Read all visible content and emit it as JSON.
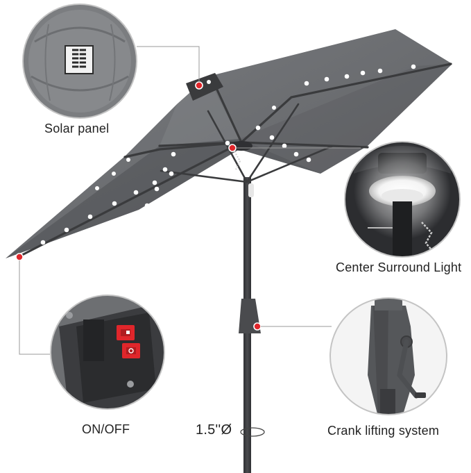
{
  "labels": {
    "solar_panel": "Solar panel",
    "center_light": "Center Surround Light",
    "on_off": "ON/OFF",
    "crank": "Crank lifting system",
    "diameter": "1.5''Ø"
  },
  "colors": {
    "canopy": "#6b6d70",
    "canopy_dark": "#55575a",
    "rib": "#3a3b3d",
    "pole": "#3c3d40",
    "led": "#ffffff",
    "marker": "#e0262b",
    "callout_line": "#9a9a9a",
    "callout_ring": "#bfbfbf",
    "switch": "#e0262b"
  },
  "icons": [
    "solar-panel-icon",
    "power-switch-icon",
    "crank-handle-icon",
    "led-light-icon"
  ]
}
